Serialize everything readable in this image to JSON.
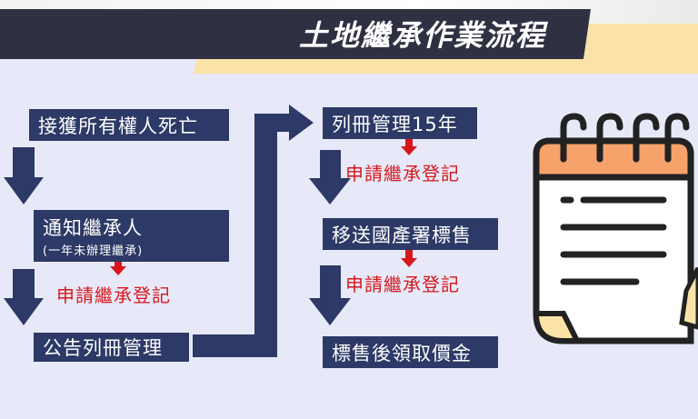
{
  "title": "土地繼承作業流程",
  "left_column": {
    "step1": "接獲所有權人死亡",
    "step2": "通知繼承人",
    "step2_note": "(一年未辦理繼承)",
    "step2_branch": "申請繼承登記",
    "step3": "公告列冊管理"
  },
  "right_column": {
    "step4": "列冊管理15年",
    "step4_branch": "申請繼承登記",
    "step5": "移送國產署標售",
    "step5_branch": "申請繼承登記",
    "step6": "標售後領取價金"
  },
  "colors": {
    "box": "#2d3966",
    "branch": "#d8171b",
    "title_bar": "#2f3142",
    "accent": "#fbe3a8"
  },
  "icons": [
    "notepad-icon"
  ]
}
